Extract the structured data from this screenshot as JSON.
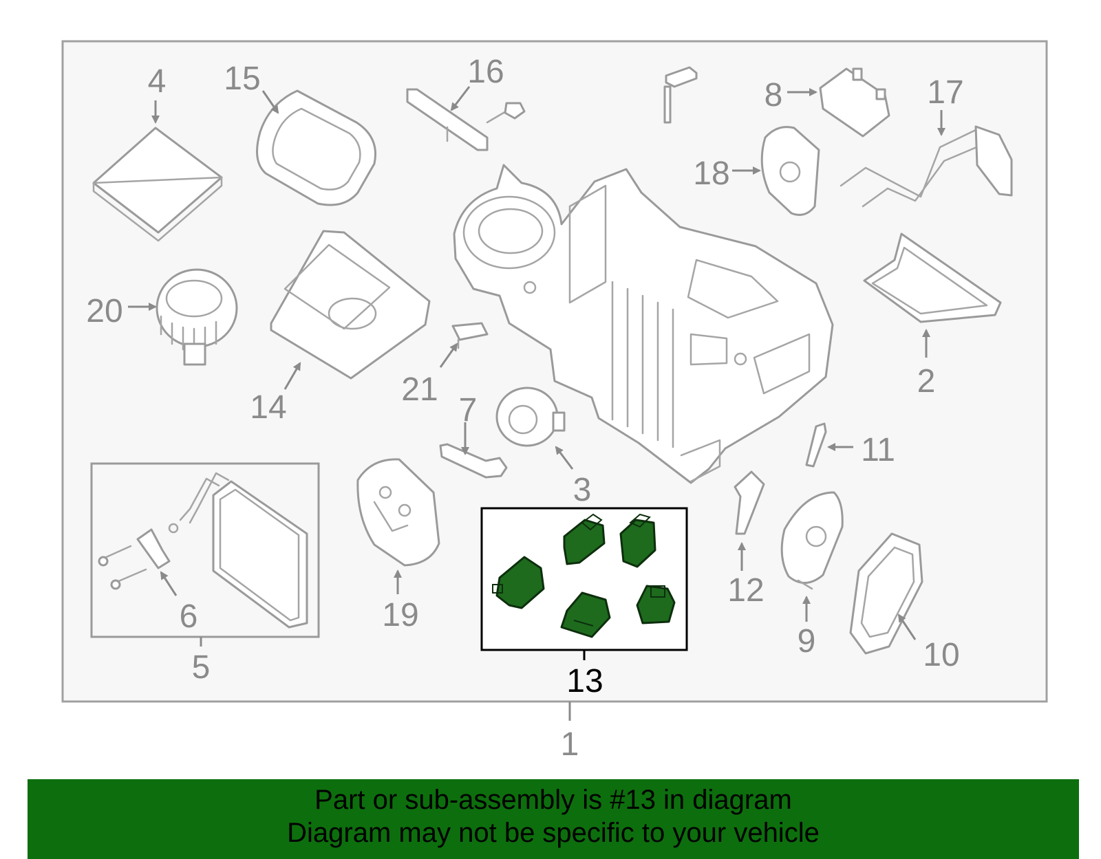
{
  "labels": {
    "p1": "1",
    "p2": "2",
    "p3": "3",
    "p4": "4",
    "p5": "5",
    "p6": "6",
    "p7": "7",
    "p8": "8",
    "p9": "9",
    "p10": "10",
    "p11": "11",
    "p12": "12",
    "p13": "13",
    "p14": "14",
    "p15": "15",
    "p16": "16",
    "p17": "17",
    "p18": "18",
    "p19": "19",
    "p20": "20",
    "p21": "21"
  },
  "highlighted_part": "13",
  "banner": {
    "line1": "Part or sub-assembly is #13 in diagram",
    "line2": "Diagram may not be specific to your vehicle"
  },
  "colors": {
    "frame_background": "#f7f7f7",
    "outline_gray": "#9a9a9a",
    "highlight_green": "#1e6b1e",
    "banner_green": "#0d6e0d",
    "banner_text": "#000000"
  }
}
